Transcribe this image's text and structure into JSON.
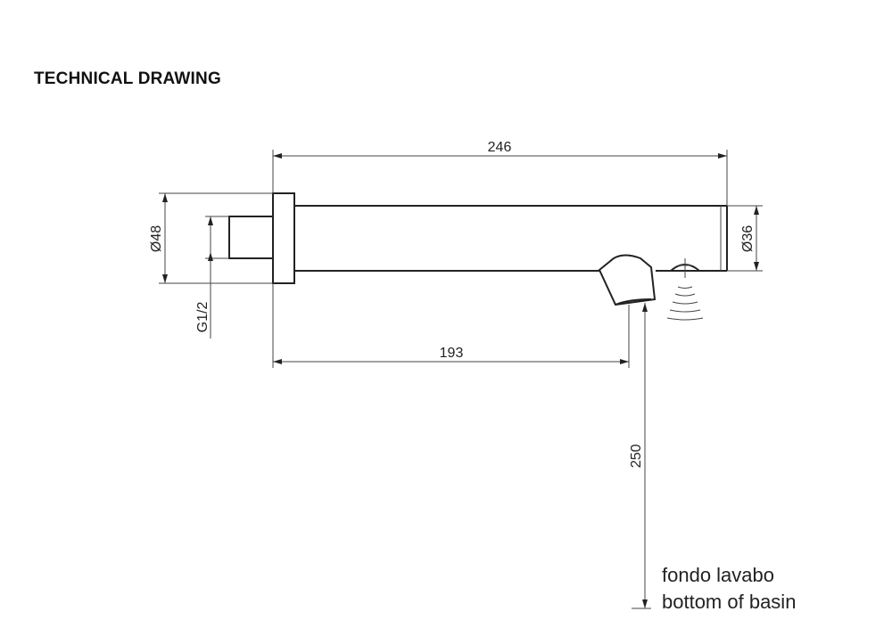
{
  "title": "TECHNICAL DRAWING",
  "dimensions": {
    "overall_length": "246",
    "flange_diameter": "Ø48",
    "thread": "G1/2",
    "spout_diameter": "Ø36",
    "outlet_distance": "193",
    "height_above_basin": "250"
  },
  "notes": {
    "line1": "fondo lavabo",
    "line2": "bottom of basin"
  }
}
